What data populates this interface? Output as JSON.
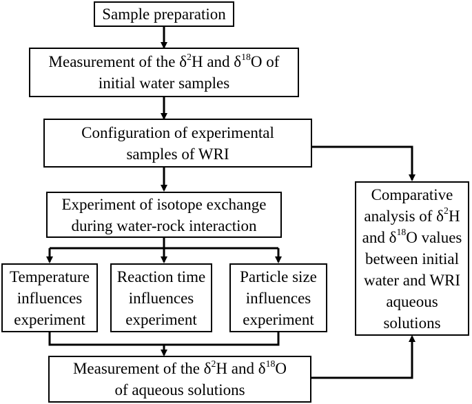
{
  "boxes": {
    "sample_preparation": {
      "lines": [
        "Sample preparation"
      ]
    },
    "measurement_initial": {
      "lines": [
        "Measurement of the δ<sup>2</sup>H and δ<sup>18</sup>O of",
        "initial water samples"
      ]
    },
    "configuration": {
      "lines": [
        "Configuration of experimental",
        "samples of WRI"
      ]
    },
    "isotope_exchange": {
      "lines": [
        "Experiment of isotope exchange",
        "during water-rock interaction"
      ]
    },
    "temperature": {
      "lines": [
        "Temperature",
        "influences",
        "experiment"
      ]
    },
    "reaction_time": {
      "lines": [
        "Reaction time",
        "influences",
        "experiment"
      ]
    },
    "particle_size": {
      "lines": [
        "Particle size",
        "influences",
        "experiment"
      ]
    },
    "measurement_aqueous": {
      "lines": [
        "Measurement of the δ<sup>2</sup>H and δ<sup>18</sup>O",
        "of aqueous solutions"
      ]
    },
    "comparative": {
      "lines": [
        "Comparative",
        "analysis of δ<sup>2</sup>H",
        "and δ<sup>18</sup>O values",
        "between initial",
        "water and WRI",
        "aqueous",
        "solutions"
      ]
    }
  }
}
